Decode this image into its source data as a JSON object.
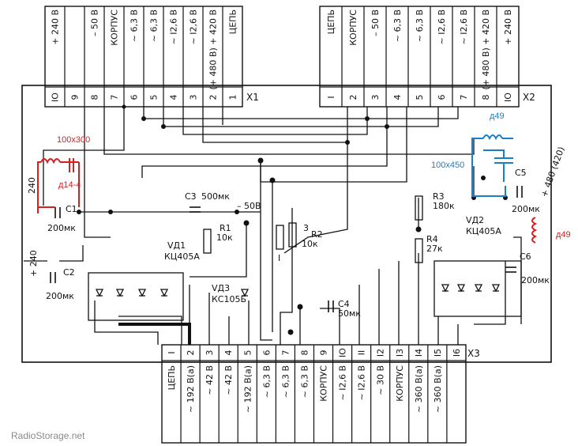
{
  "connector_x1": {
    "name": "X1",
    "pins": [
      "IO",
      "9",
      "8",
      "7",
      "6",
      "5",
      "4",
      "3",
      "2",
      "1"
    ],
    "labels": [
      "+ 240 В",
      "",
      "– 50 В",
      "КОРПУС",
      "~ 6,3 В",
      "~ 6,3 В",
      "~ I2,6 В",
      "~ I2,6 В",
      "(+ 480 В) + 420 В",
      "ЦЕПЬ"
    ]
  },
  "connector_x2": {
    "name": "X2",
    "pins": [
      "I",
      "2",
      "3",
      "4",
      "5",
      "6",
      "7",
      "8",
      "IO"
    ],
    "labels": [
      "ЦЕПЬ",
      "КОРПУС",
      "– 50 В",
      "~ 6,3 В",
      "~ 6,3 В",
      "~ I2,6 В",
      "~ I2,6 В",
      "(+ 480 В) + 420 В",
      "+ 240 В"
    ]
  },
  "connector_x3": {
    "name": "X3",
    "pins": [
      "I",
      "2",
      "3",
      "4",
      "5",
      "6",
      "7",
      "8",
      "9",
      "IO",
      "II",
      "I2",
      "I3",
      "I4",
      "I5",
      "I6"
    ],
    "labels": [
      "ЦЕПЬ",
      "~ 192 В(a)",
      "~ 42 В",
      "~ 42 В",
      "~ 192 В(a)",
      "~ 6,3 В",
      "~ 6,3 В",
      "~ 6,3 В",
      "КОРПУС",
      "~ I2,6 В",
      "~ I2,6 В",
      "~ 30 В",
      "КОРПУС",
      "~ 360 В(a)",
      "~ 360 В(a)",
      ""
    ]
  },
  "components": {
    "c1": "C1",
    "c1_value": "200мк",
    "c2": "C2",
    "c2_value": "200мк",
    "c3": "C3",
    "c3_value": "500мк",
    "c4": "C4",
    "c4_value": "50мк",
    "c5": "C5",
    "c5_value": "200мк",
    "c6": "C6",
    "c6_value": "200мк",
    "r1": "R1",
    "r1_value": "10к",
    "r2": "R2",
    "r2_value": "10к",
    "r3": "R3",
    "r3_value": "180к",
    "r4": "R4",
    "r4_value": "27к",
    "vd1": "VД1",
    "vd1_value": "КЦ405А",
    "vd2": "VД2",
    "vd2_value": "КЦ405А",
    "vd3": "VД3",
    "vd3_value": "КС105Б",
    "minus50": "– 50В",
    "v240": "+ 240",
    "v240b": "240",
    "v420": "+ 480 (420)",
    "node3": "3",
    "node1": "I"
  },
  "annotations": {
    "red_cap": "100х300",
    "red_choke_left": "д14-4",
    "red_choke_right": "д49",
    "blue_choke": "д49",
    "blue_cap": "100х450"
  },
  "watermark": "RadioStorage.net",
  "colors": {
    "red": "#d81e1e",
    "blue": "#1a7fc8",
    "ink": "#111111",
    "watermark": "#8a8a8a"
  }
}
